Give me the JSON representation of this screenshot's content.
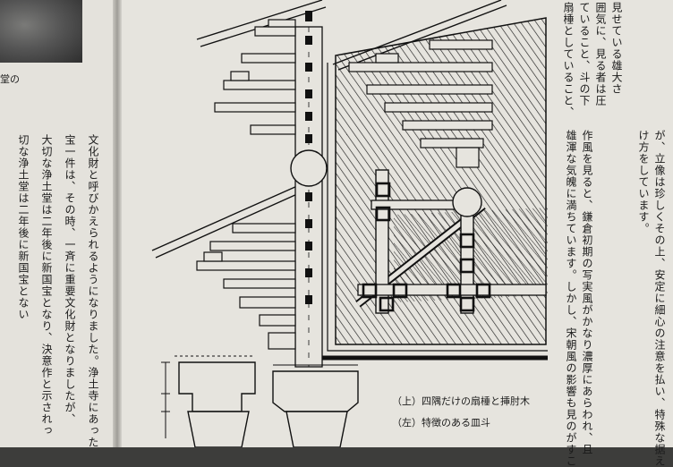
{
  "left_page": {
    "photo_caption": "堂の",
    "columns": [
      "文化財と呼びかえられるようになりました。浄土寺にあった",
      "宝一件は、その時、一斉に重要文化財となりましたが、",
      "大切な浄土堂は二年後に新国宝となり、決意作と示されっ",
      "切な浄土堂は二年後に新国宝とない"
    ]
  },
  "right_page": {
    "columns": [
      "見せている雄大さ",
      "囲気に、見る者は圧",
      "ていること、斗の下",
      "扇棰としていること、",
      "が、立像は珍しくその上、安定に細心の注意を払い、特殊な据え",
      "け方をしています。",
      "作風を見ると、鎌倉初期の写実風がかなり濃厚にあらわれ、且",
      "雄渾な気魄に満ちています。しかし、宋朝風の影響も見のがすこ"
    ],
    "captions": {
      "top": "（上）四隅だけの扇棰と挿肘木",
      "left": "（左）特徴のある皿斗"
    }
  }
}
